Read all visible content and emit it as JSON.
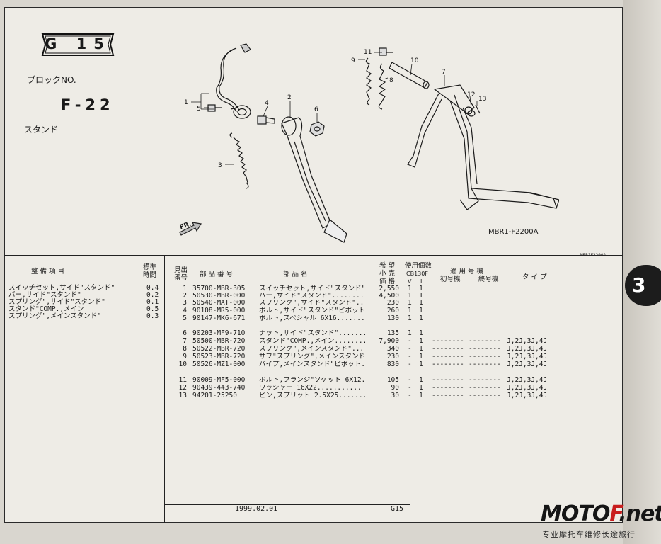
{
  "header": {
    "group_code": "G 15",
    "block_label": "ブロックNO.",
    "block_no": "F-22",
    "group_name": "スタンド"
  },
  "diagram": {
    "callouts": [
      "1",
      "2",
      "3",
      "4",
      "5",
      "6",
      "7",
      "8",
      "9",
      "10",
      "11",
      "12",
      "13"
    ],
    "fig_code": "MBR1-F2200A",
    "fig_code_small": "MBR1F2200A",
    "fr_label": "FR."
  },
  "labor_table": {
    "headers": {
      "item": "整 備 項 目",
      "time": "標準時間"
    },
    "rows": [
      {
        "name": "スイッチセット,サイド\"スタンド\"",
        "time": "0.4"
      },
      {
        "name": "バー,サイド\"スタンド\"",
        "time": "0.2"
      },
      {
        "name": "スプリング\",サイド\"スタンド\"",
        "time": "0.1"
      },
      {
        "name": "スタンド\"COMP.,メイン",
        "time": "0.5"
      },
      {
        "name": "スプリング\",メインスタンド\"",
        "time": "0.3"
      }
    ]
  },
  "parts_table": {
    "headers": {
      "ref_no": "見出番号",
      "part_no": "部 品 番 号",
      "part_name": "部 品 名",
      "price": "希 望 小 売 価 格",
      "qty_title": "使用個数",
      "model": "CB130F",
      "qty_v": "V",
      "qty_i": "I",
      "applicable": "適 用 号 機",
      "first_no": "初号機",
      "last_no": "終号機",
      "type": "タ イ プ"
    },
    "rows": [
      {
        "ref": "1",
        "part_no": "35700-MBR-305",
        "name": "スイッチセット,サイド\"スタンド\"........",
        "price": "2,550",
        "q1": "1",
        "q2": "1",
        "first": "",
        "last": "",
        "type": ""
      },
      {
        "ref": "2",
        "part_no": "50530-MBR-000",
        "name": "バー,サイド\"スタンド\"...........",
        "price": "4,500",
        "q1": "1",
        "q2": "1",
        "first": "",
        "last": "",
        "type": ""
      },
      {
        "ref": "3",
        "part_no": "50540-MAT-000",
        "name": "スプリング\",サイド\"スタンド\"......",
        "price": "230",
        "q1": "1",
        "q2": "1",
        "first": "",
        "last": "",
        "type": ""
      },
      {
        "ref": "4",
        "part_no": "90108-MR5-000",
        "name": "ボルト,サイド\"スタンド\"ピボット....",
        "price": "260",
        "q1": "1",
        "q2": "1",
        "first": "",
        "last": "",
        "type": ""
      },
      {
        "ref": "5",
        "part_no": "90147-MK6-671",
        "name": "ボルト,スペシャル 6X16.........",
        "price": "130",
        "q1": "1",
        "q2": "1",
        "first": "",
        "last": "",
        "type": ""
      },
      {
        "ref": "6",
        "part_no": "90203-MF9-710",
        "name": "ナット,サイド\"スタンド\"...........",
        "price": "135",
        "q1": "1",
        "q2": "1",
        "first": "",
        "last": "",
        "type": ""
      },
      {
        "ref": "7",
        "part_no": "50500-MBR-720",
        "name": "スタンド\"COMP.,メイン.........",
        "price": "7,900",
        "q1": "-",
        "q2": "1",
        "first": "--------",
        "last": "--------",
        "type": "J,2J,3J,4J"
      },
      {
        "ref": "8",
        "part_no": "50522-MBR-720",
        "name": "スプリング\",メインスタンド\"......",
        "price": "340",
        "q1": "-",
        "q2": "1",
        "first": "--------",
        "last": "--------",
        "type": "J,2J,3J,4J"
      },
      {
        "ref": "9",
        "part_no": "50523-MBR-720",
        "name": "サブ\"スプリング\",メインスタンド\"....",
        "price": "230",
        "q1": "-",
        "q2": "1",
        "first": "--------",
        "last": "--------",
        "type": "J,2J,3J,4J"
      },
      {
        "ref": "10",
        "part_no": "50526-MZ1-000",
        "name": "パイプ,メインスタンド\"ピボット.....",
        "price": "830",
        "q1": "-",
        "q2": "1",
        "first": "--------",
        "last": "--------",
        "type": "J,2J,3J,4J"
      },
      {
        "ref": "11",
        "part_no": "90009-MF5-000",
        "name": "ボルト,フランジ\"ソケット 6X12.......",
        "price": "105",
        "q1": "-",
        "q2": "1",
        "first": "--------",
        "last": "--------",
        "type": "J,2J,3J,4J"
      },
      {
        "ref": "12",
        "part_no": "90439-443-740",
        "name": "ワッシャー 16X22...........",
        "price": "90",
        "q1": "-",
        "q2": "1",
        "first": "--------",
        "last": "--------",
        "type": "J,2J,3J,4J"
      },
      {
        "ref": "13",
        "part_no": "94201-25250",
        "name": "ピン,スプリット 2.5X25........",
        "price": "30",
        "q1": "-",
        "q2": "1",
        "first": "--------",
        "last": "--------",
        "type": "J,2J,3J,4J"
      }
    ]
  },
  "footer": {
    "date": "1999.02.01",
    "page_code": "G15"
  },
  "section_tab": "3",
  "watermark": {
    "brand_main": "MOTO",
    "brand_red": "F",
    "brand_tail": ".net",
    "subtitle": "专业摩托车维修长途旅行"
  }
}
